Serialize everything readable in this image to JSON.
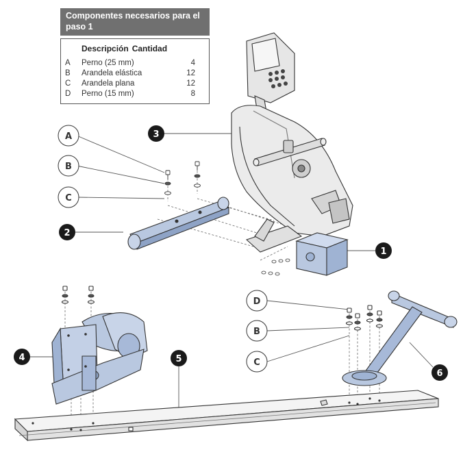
{
  "parts_box": {
    "title": "Componentes necesarios para el paso 1",
    "header_description": "Descripción",
    "header_quantity": "Cantidad",
    "rows": [
      {
        "letter": "A",
        "description": "Perno (25 mm)",
        "quantity": "4"
      },
      {
        "letter": "B",
        "description": "Arandela elástica",
        "quantity": "12"
      },
      {
        "letter": "C",
        "description": "Arandela plana",
        "quantity": "12"
      },
      {
        "letter": "D",
        "description": "Perno (15 mm)",
        "quantity": "8"
      }
    ]
  },
  "callouts": {
    "left_A": "A",
    "left_B": "B",
    "left_C": "C",
    "right_D": "D",
    "right_B": "B",
    "right_C": "C",
    "n1": "1",
    "n2": "2",
    "n3": "3",
    "n4": "4",
    "n5": "5",
    "n6": "6"
  },
  "colors": {
    "part_blue": "#b9c8e0",
    "part_blue_dark": "#8ea3c6",
    "machine_gray": "#e6e6e6",
    "outline": "#333333",
    "header_bg": "#707070"
  }
}
